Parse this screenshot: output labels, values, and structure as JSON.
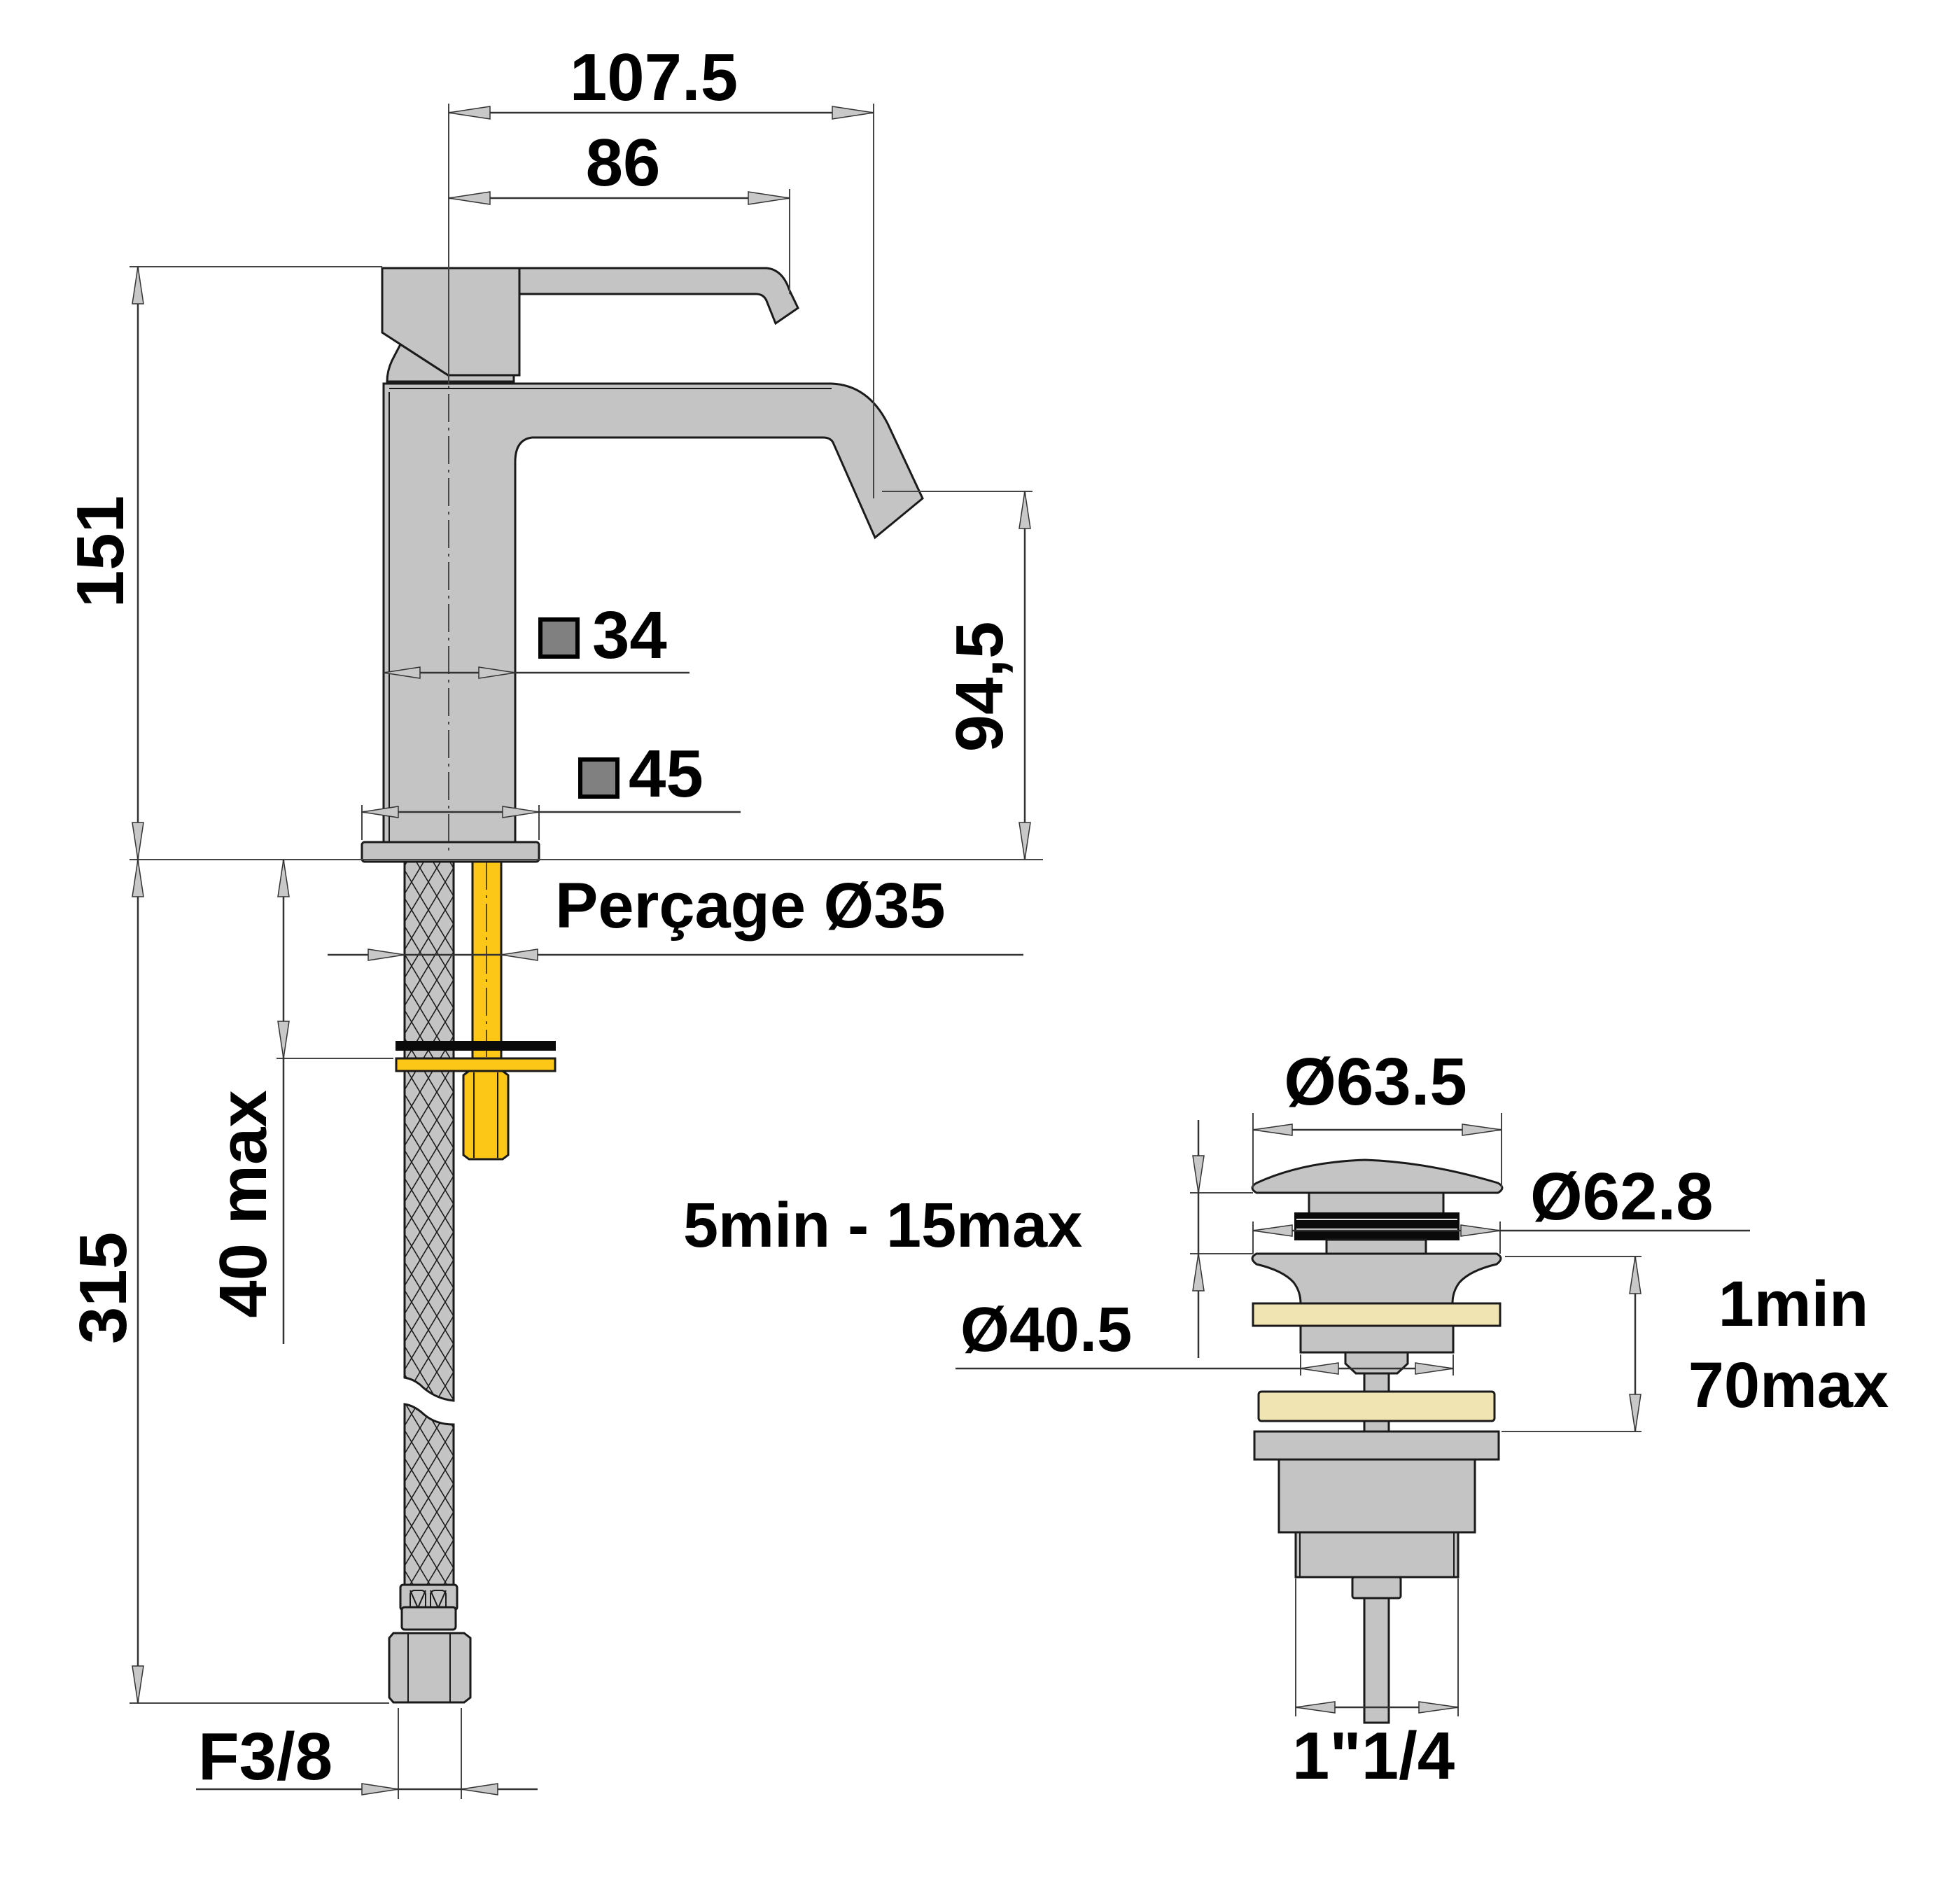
{
  "drawing": {
    "subject": "Basin mixer tap with click-clack pop-up waste",
    "colors": {
      "metal_fill": "#c4c4c4",
      "mounting_kit": "#fcc716",
      "washer_beige": "#efe4b2",
      "section_marker": "#808080",
      "line": "#1a1a1a"
    },
    "tap": {
      "dimensions": {
        "overall_reach": "107.5",
        "handle_reach": "86",
        "overall_height": "151",
        "spout_height": "94,5",
        "body_section_upper": "34",
        "body_section_lower": "45",
        "hole_drilling": "Perçage Ø35",
        "hose_length": "315",
        "max_deck_thickness": "40 max",
        "hose_connection": "F3/8"
      }
    },
    "waste": {
      "dimensions": {
        "cap_diameter": "Ø63.5",
        "flange_diameter": "Ø62.8",
        "cap_lift": "5min - 15max",
        "neck_diameter": "Ø40.5",
        "basin_thickness_min": "1min",
        "basin_thickness_max": "70max",
        "thread_size": "1\"1/4"
      }
    }
  }
}
